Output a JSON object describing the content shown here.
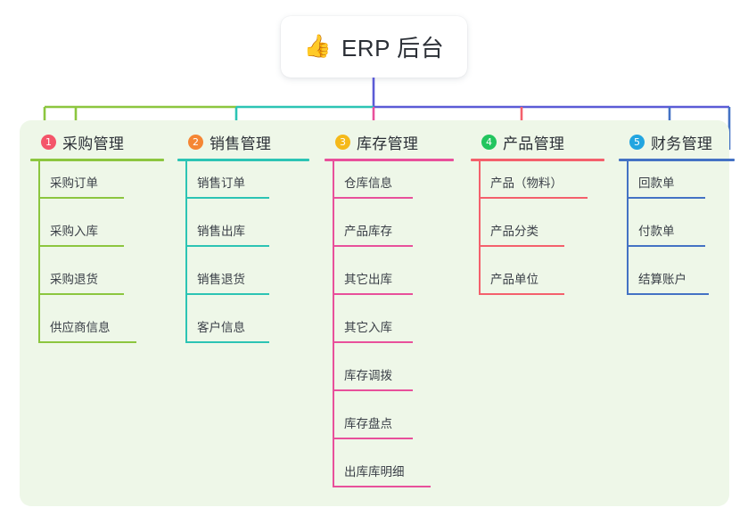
{
  "root": {
    "icon": "thumbs-up-icon",
    "emoji": "👍",
    "title": "ERP 后台"
  },
  "panel": {
    "background_color": "#eef7e8"
  },
  "trunk": {
    "color": "#5b5bd6"
  },
  "columns": [
    {
      "number": "1",
      "title": "采购管理",
      "badge_color": "#f4556a",
      "line_color": "#8cc63f",
      "branch_color": "#8cc63f",
      "items": [
        "采购订单",
        "采购入库",
        "采购退货",
        "供应商信息"
      ]
    },
    {
      "number": "2",
      "title": "销售管理",
      "badge_color": "#f58634",
      "line_color": "#2cc4b4",
      "branch_color": "#2cc4b4",
      "items": [
        "销售订单",
        "销售出库",
        "销售退货",
        "客户信息"
      ]
    },
    {
      "number": "3",
      "title": "库存管理",
      "badge_color": "#f5b91a",
      "line_color": "#e8509b",
      "branch_color": "#e8509b",
      "items": [
        "仓库信息",
        "产品库存",
        "其它出库",
        "其它入库",
        "库存调拨",
        "库存盘点",
        "出库库明细"
      ]
    },
    {
      "number": "4",
      "title": "产品管理",
      "badge_color": "#22c55e",
      "line_color": "#f4606c",
      "branch_color": "#f4606c",
      "items": [
        "产品（物料）",
        "产品分类",
        "产品单位"
      ]
    },
    {
      "number": "5",
      "title": "财务管理",
      "badge_color": "#22a5e0",
      "line_color": "#4472c4",
      "branch_color": "#4472c4",
      "items": [
        "回款单",
        "付款单",
        "结算账户"
      ]
    }
  ]
}
